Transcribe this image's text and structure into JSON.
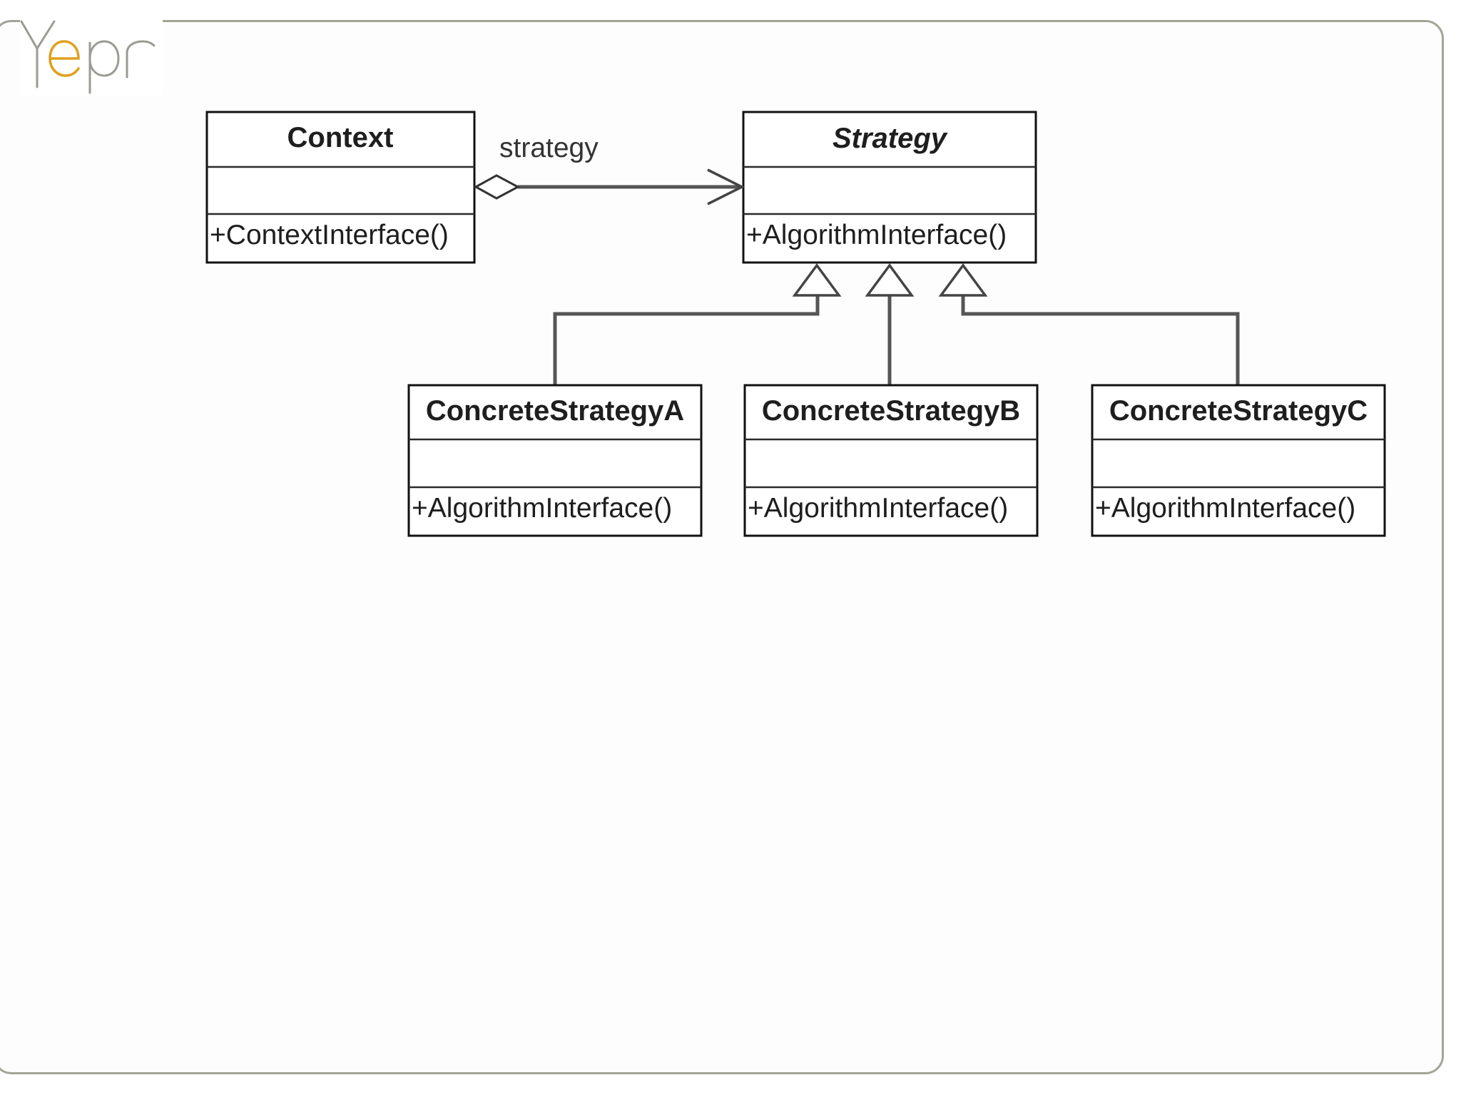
{
  "logo": {
    "text": "yepr"
  },
  "diagram": {
    "classes": {
      "context": {
        "name": "Context",
        "operation": "+ContextInterface()"
      },
      "strategy": {
        "name": "Strategy",
        "operation": "+AlgorithmInterface()"
      },
      "concrete_a": {
        "name": "ConcreteStrategyA",
        "operation": "+AlgorithmInterface()"
      },
      "concrete_b": {
        "name": "ConcreteStrategyB",
        "operation": "+AlgorithmInterface()"
      },
      "concrete_c": {
        "name": "ConcreteStrategyC",
        "operation": "+AlgorithmInterface()"
      }
    },
    "aggregation_role": "strategy"
  }
}
